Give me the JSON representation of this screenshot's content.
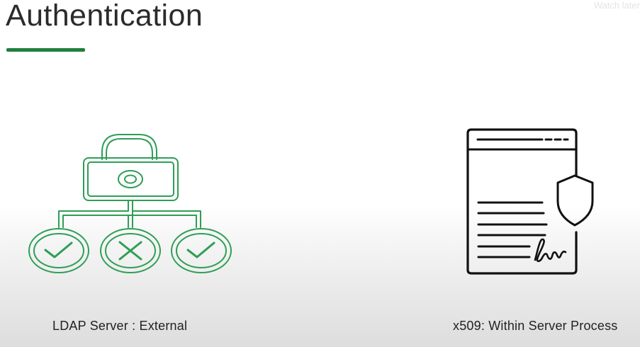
{
  "slide": {
    "title": "Authentication",
    "overlay": {
      "watch_later": "Watch later"
    },
    "left_panel": {
      "caption": "LDAP Server : External",
      "icon": "ldap-lock-hierarchy-icon"
    },
    "right_panel": {
      "caption": "x509: Within Server Process",
      "icon": "x509-certificate-icon"
    }
  },
  "colors": {
    "accent_green": "#1f7f3c",
    "icon_green": "#2e9e55",
    "icon_black": "#111111",
    "text_dark": "#2b2b2b"
  }
}
